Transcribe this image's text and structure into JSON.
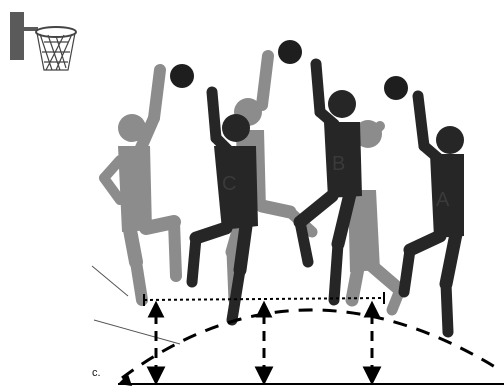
{
  "figure": {
    "corner_label": "c.",
    "players": [
      {
        "label": "C"
      },
      {
        "label": "B"
      },
      {
        "label": "A"
      }
    ],
    "colors": {
      "dark_figure": "#262626",
      "light_figure": "#8c8c8c",
      "ball": "#1e1e1e",
      "backboard": "#5a5a5a",
      "line": "#000000"
    },
    "icons": [
      "basketball-hoop-icon",
      "basketball-icon"
    ]
  }
}
